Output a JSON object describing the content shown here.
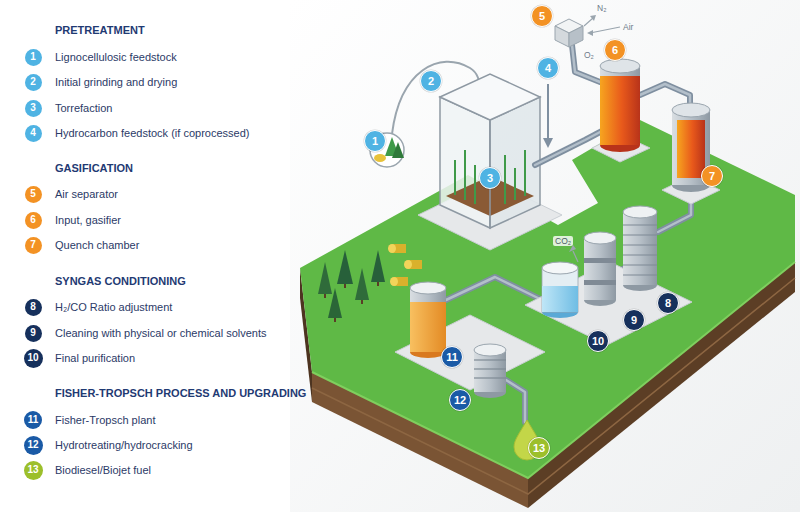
{
  "diagram": {
    "nodes": [
      {
        "text": [
          "1"
        ]
      },
      {
        "text": [
          "2"
        ]
      },
      {
        "text": [
          "3"
        ]
      },
      {
        "text": [
          "4"
        ]
      },
      {
        "text": [
          "5"
        ]
      },
      {
        "text": [
          "6"
        ]
      },
      {
        "text": [
          "7"
        ]
      },
      {
        "text": [
          "8"
        ]
      },
      {
        "text": [
          "9"
        ]
      },
      {
        "text": [
          "10"
        ]
      },
      {
        "text": [
          "11"
        ]
      },
      {
        "text": [
          "12"
        ]
      },
      {
        "text": [
          "13"
        ]
      },
      {
        "text": [
          "1"
        ]
      },
      {
        "text": [
          "2"
        ]
      },
      {
        "text": [
          "3"
        ]
      },
      {
        "text": [
          "4"
        ]
      },
      {
        "text": [
          "5"
        ]
      },
      {
        "text": [
          "6"
        ]
      },
      {
        "text": [
          "7"
        ]
      },
      {
        "text": [
          "8"
        ]
      },
      {
        "text": [
          "9"
        ]
      },
      {
        "text": [
          "10"
        ]
      },
      {
        "text": [
          "11"
        ]
      },
      {
        "text": [
          "12"
        ]
      },
      {
        "text": [
          "13"
        ]
      }
    ],
    "labels": [
      "PRETREATMENT",
      "Lignocellulosic feedstock",
      "Initial grinding and drying",
      "Torrefaction",
      "Hydrocarbon feedstock (if coprocessed)",
      "GASIFICATION",
      "Air separator",
      "Input, gasifier",
      "Quench chamber",
      "SYNGAS CONDITIONING",
      "H₂/CO Ratio adjustment",
      "Cleaning with physical or chemical solvents",
      "Final purification",
      "FISHER-TROPSCH PROCESS AND UPGRADING",
      "Fisher-Tropsch plant",
      "Hydrotreating/hydrocracking",
      "Biodiesel/Biojet fuel",
      "N₂",
      "Air",
      "O₂",
      "CO₂"
    ]
  }
}
